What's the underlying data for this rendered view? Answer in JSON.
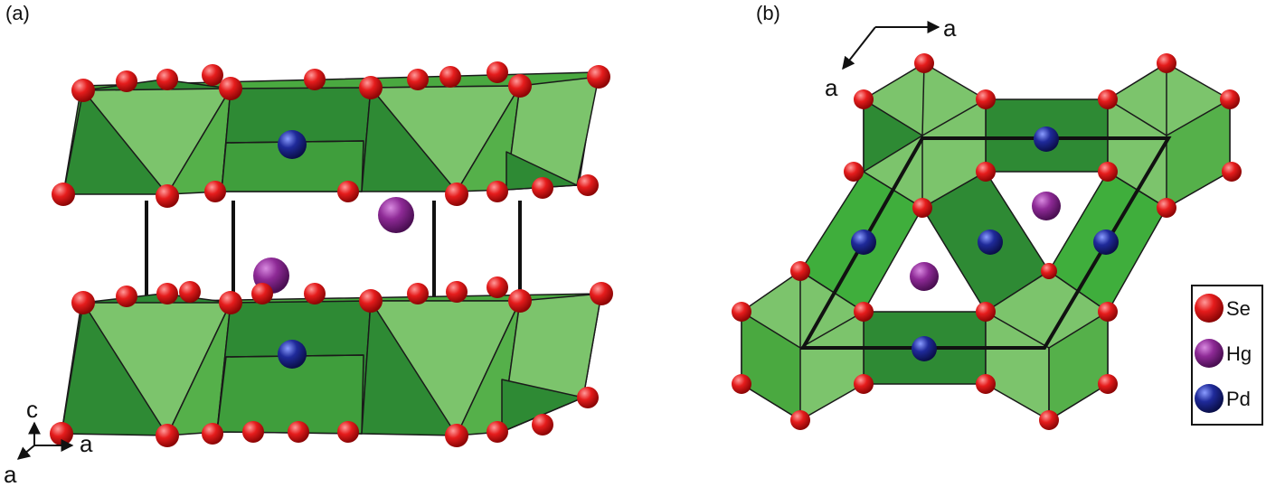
{
  "figure": {
    "panels": [
      {
        "label": "(a)",
        "axes": {
          "vertical": "c",
          "horizontal": "a",
          "diagonal": "a"
        }
      },
      {
        "label": "(b)",
        "axes": {
          "horizontal": "a",
          "diagonal": "a"
        }
      }
    ],
    "legend": [
      {
        "label": "Se",
        "color": "#e01b1b"
      },
      {
        "label": "Hg",
        "color": "#8e2a96"
      },
      {
        "label": "Pd",
        "color": "#1f2a9a"
      }
    ],
    "colors": {
      "polyhedron_light": "#7cc46c",
      "polyhedron_mid": "#4aa940",
      "polyhedron_dark": "#2e8a34",
      "edge": "#111111"
    }
  }
}
